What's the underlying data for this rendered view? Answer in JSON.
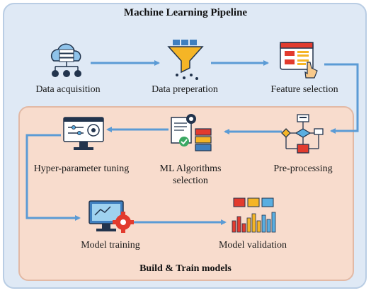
{
  "diagram": {
    "title": "Machine Learning Pipeline",
    "subtitle": "Build & Train models",
    "nodes": [
      {
        "id": "acq",
        "label": "Data acquisition",
        "icon": "cloud-database-icon"
      },
      {
        "id": "prep",
        "label": "Data preperation",
        "icon": "funnel-icon"
      },
      {
        "id": "feat",
        "label": "Feature selection",
        "icon": "browser-hand-icon"
      },
      {
        "id": "pre",
        "label": "Pre-processing",
        "icon": "flowchart-icon"
      },
      {
        "id": "algo",
        "label": "ML Algorithms selection",
        "icon": "algorithm-stack-icon"
      },
      {
        "id": "hyper",
        "label": "Hyper-parameter tuning",
        "icon": "monitor-sliders-icon"
      },
      {
        "id": "train",
        "label": "Model training",
        "icon": "monitor-gear-icon"
      },
      {
        "id": "valid",
        "label": "Model validation",
        "icon": "bar-dashboard-icon"
      }
    ],
    "colors": {
      "outer_bg": "#dfe9f5",
      "inner_bg": "#f8dccd",
      "arrow": "#5b9bd5",
      "accent_red": "#e23b2e",
      "accent_yellow": "#f5b526",
      "accent_dark": "#22344d"
    }
  }
}
